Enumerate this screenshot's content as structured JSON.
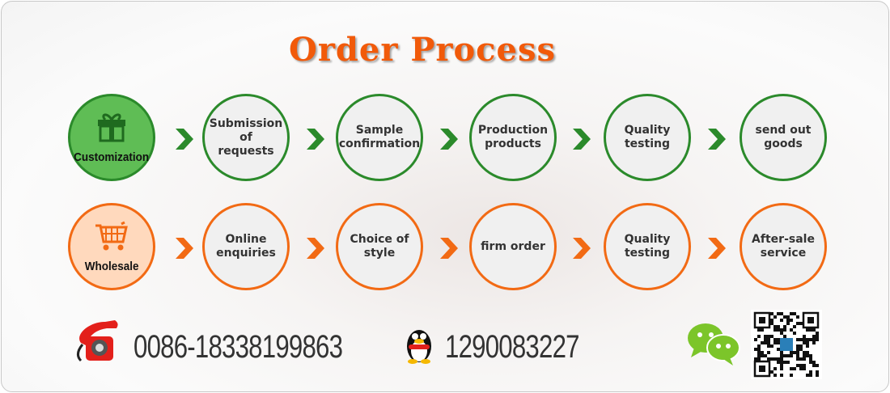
{
  "title": "Order Process",
  "colors": {
    "green": "#2b8a2b",
    "orange": "#f26a14",
    "title": "#f15a0a"
  },
  "rows": [
    {
      "start": {
        "label": "Customization",
        "icon": "gift-icon"
      },
      "color": "green",
      "steps": [
        "Submission\nof\nrequests",
        "Sample\nconfirmation",
        "Production\nproducts",
        "Quality\ntesting",
        "send out\ngoods"
      ]
    },
    {
      "start": {
        "label": "Wholesale",
        "icon": "shopping-cart-icon"
      },
      "color": "orange",
      "steps": [
        "Online\nenquiries",
        "Choice of\nstyle",
        "firm order",
        "Quality\ntesting",
        "After-sale\nservice"
      ]
    }
  ],
  "contact": {
    "phone": "0086-18338199863",
    "qq": "1290083227"
  }
}
